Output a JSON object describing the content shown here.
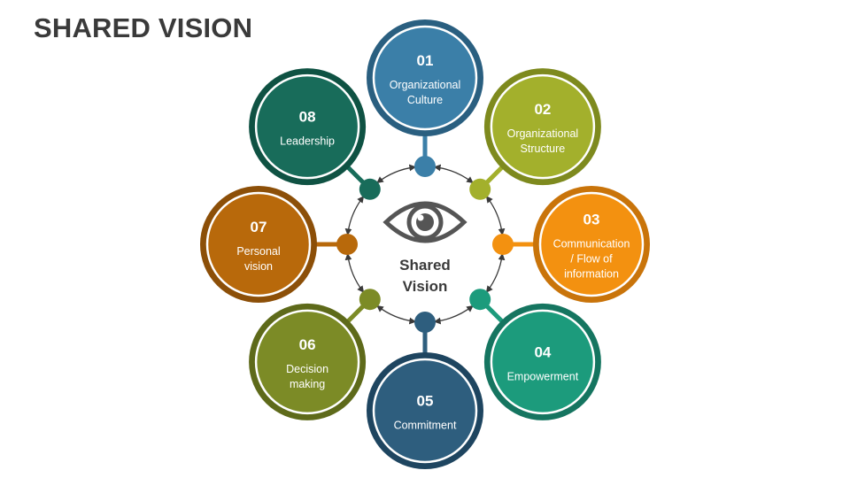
{
  "title": "SHARED VISION",
  "center": {
    "line1": "Shared",
    "line2": "Vision",
    "icon": "eye-icon"
  },
  "nodes": [
    {
      "number": "01",
      "lines": [
        "Organizational",
        "Culture"
      ],
      "color": "#3B7FA8",
      "dark": "#2A5F80"
    },
    {
      "number": "02",
      "lines": [
        "Organizational",
        "Structure"
      ],
      "color": "#A3B02C",
      "dark": "#7E8A1E"
    },
    {
      "number": "03",
      "lines": [
        "Communication",
        "/ Flow of",
        "information"
      ],
      "color": "#F39110",
      "dark": "#C9740A"
    },
    {
      "number": "04",
      "lines": [
        "Empowerment"
      ],
      "color": "#1C9B7C",
      "dark": "#157560"
    },
    {
      "number": "05",
      "lines": [
        "Commitment"
      ],
      "color": "#2E5E7E",
      "dark": "#1E4560"
    },
    {
      "number": "06",
      "lines": [
        "Decision",
        "making"
      ],
      "color": "#7C8B26",
      "dark": "#5E6A1A"
    },
    {
      "number": "07",
      "lines": [
        "Personal",
        "vision"
      ],
      "color": "#B8690B",
      "dark": "#8C4F08"
    },
    {
      "number": "08",
      "lines": [
        "Leadership"
      ],
      "color": "#186C5A",
      "dark": "#0F5243"
    }
  ]
}
